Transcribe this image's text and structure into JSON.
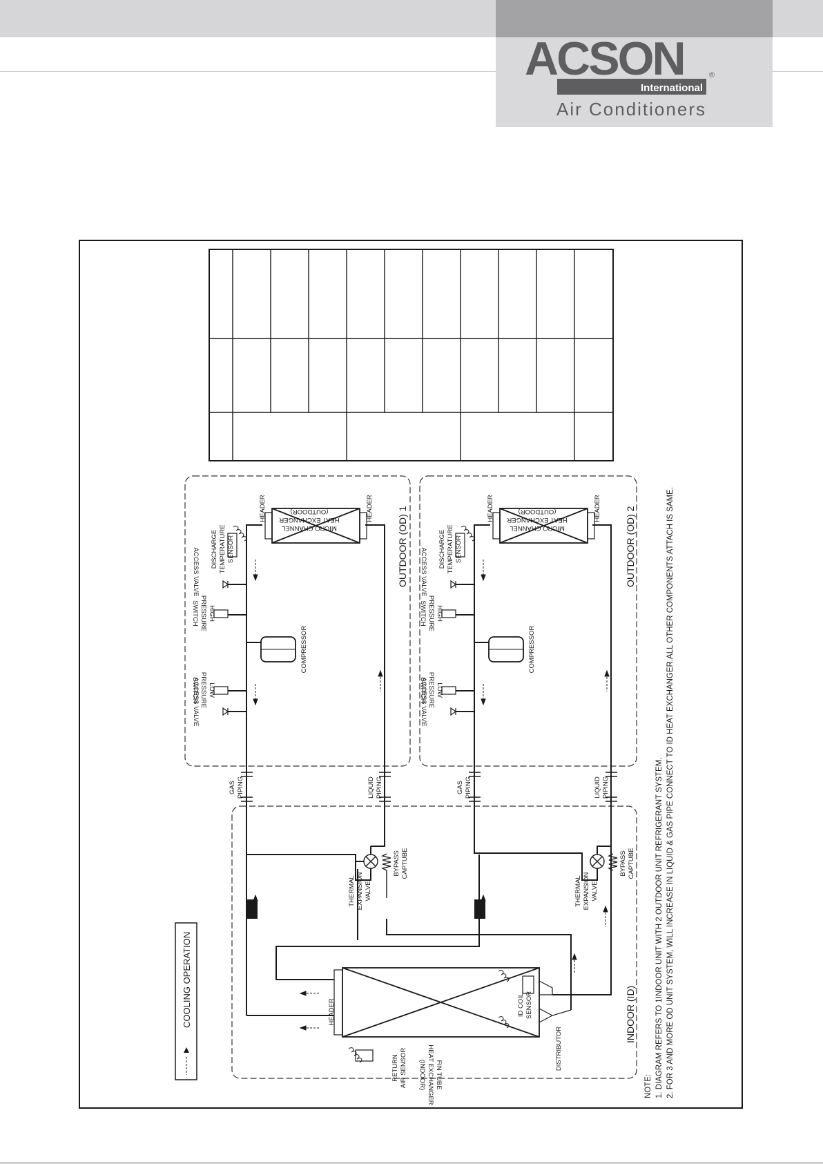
{
  "logo": {
    "brand": "ACSON",
    "registered": "®",
    "sub": "International",
    "tagline": "Air Conditioners"
  },
  "diagram": {
    "legend_label": "COOLING OPERATION",
    "indoor": {
      "unit_label": "INDOOR (ID)",
      "hx_label": [
        "FIN TUBE",
        "HEAT EXCHANGER",
        "(INDOOR)"
      ],
      "return_sensor": [
        "RETURN",
        "AIR SENSOR"
      ],
      "header": "HEADER",
      "coil_sensor": [
        "ID COIL",
        "SENSOR"
      ],
      "distributor": "DISTRIBUTOR",
      "txv": [
        "THERMAL",
        "EXPANSION",
        "VALVE"
      ],
      "bypass": [
        "BYPASS",
        "CAPTUBE"
      ]
    },
    "piping": {
      "gas": [
        "GAS",
        "PIPING"
      ],
      "liquid": [
        "LIQUID",
        "PIPING"
      ]
    },
    "outdoor": {
      "unit1": "OUTDOOR (OD) 1",
      "unit2": "OUTDOOR (OD) 2",
      "access_valve": "ACCESS VALVE",
      "low_pressure": [
        "LOW",
        "PRESSURE",
        "SWITCH"
      ],
      "high_pressure": [
        "HIGH",
        "PRESSURE",
        "SWITCH"
      ],
      "compressor": "COMPRESSOR",
      "discharge_sensor": [
        "DISCHARGE",
        "TEMPERATURE",
        "SENSOR"
      ],
      "header": "HEADER",
      "hx_label": [
        "MICRO CHANNEL",
        "HEAT EXCHANGER",
        "(OUTDOOR)"
      ]
    },
    "notes": [
      "NOTE:",
      "1. DIAGRAM REFERS TO 1INDOOR UNIT WITH 2 OUTDOOR UNIT REFRIGERANT SYSTEM.",
      "2. FOR 3 AND MORE OD UNIT SYSTEM, WILL INCREASE IN LIQUID & GAS PIPE CONNECT TO ID HEAT EXCHANGER.ALL OTHER COMPONENTS ATTACH IS SAME."
    ]
  }
}
